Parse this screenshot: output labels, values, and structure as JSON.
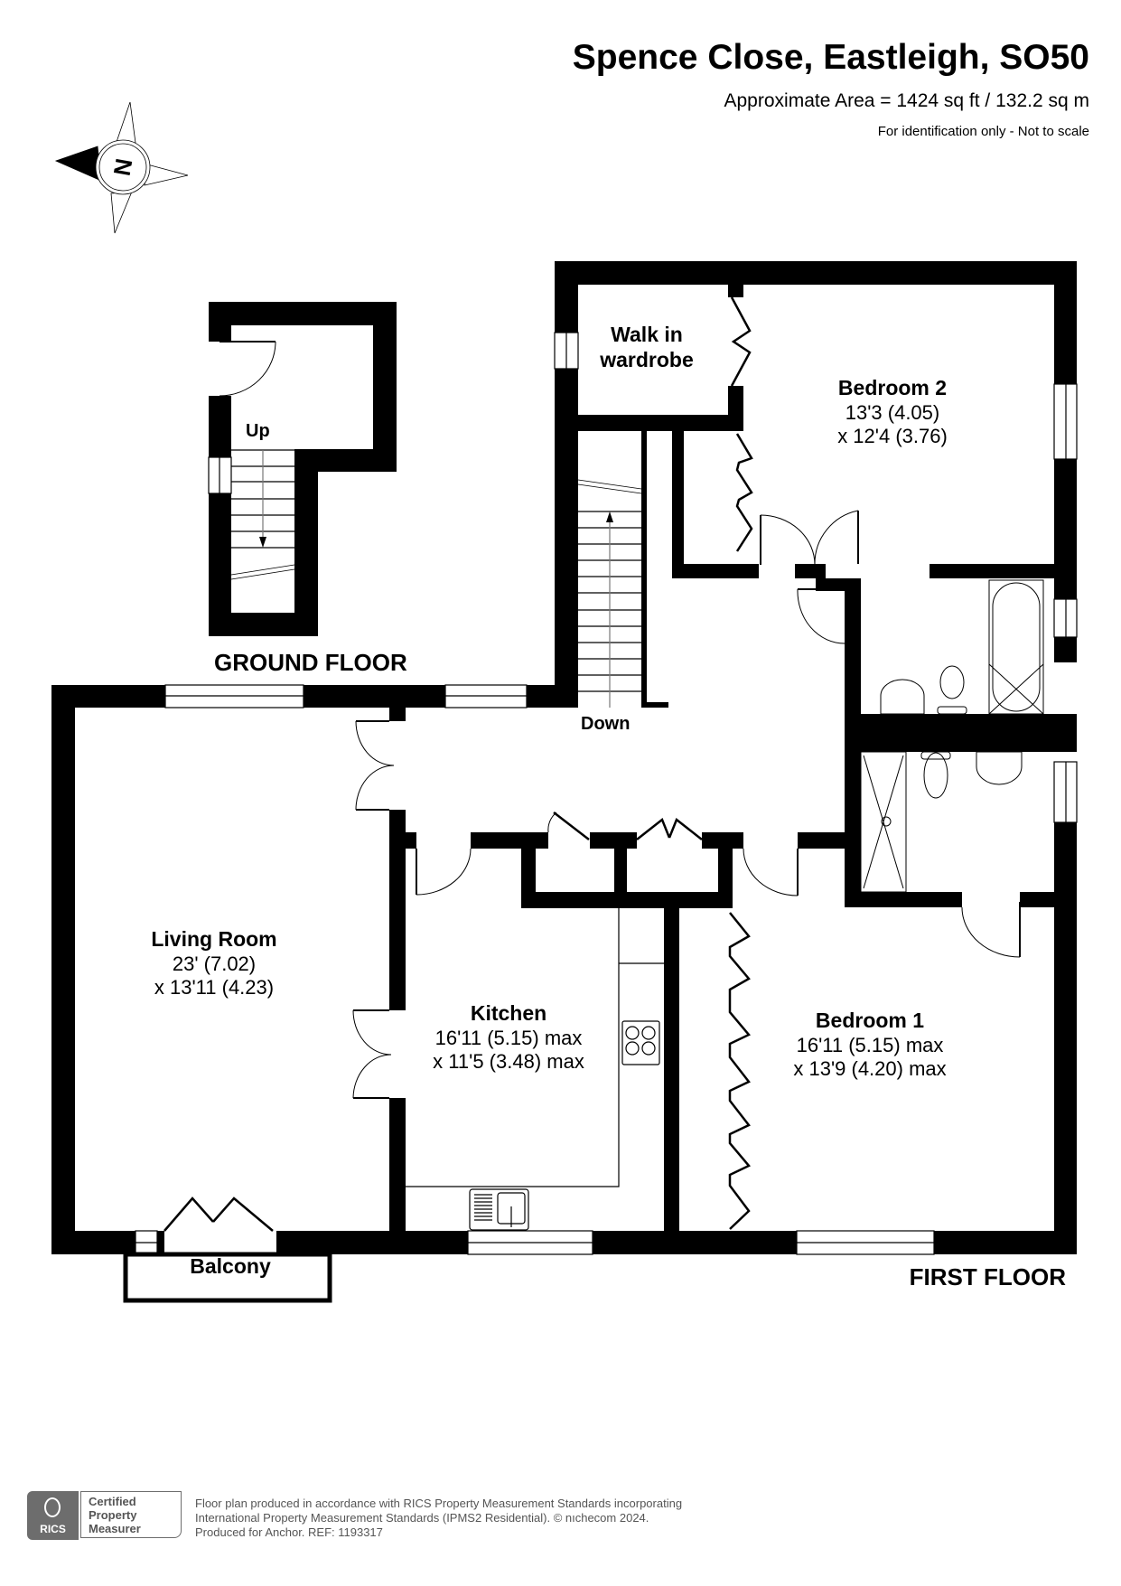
{
  "header": {
    "title": "Spence Close, Eastleigh, SO50",
    "area": "Approximate Area = 1424 sq ft / 132.2 sq m",
    "note": "For identification only - Not to scale"
  },
  "compass": {
    "label": "N"
  },
  "floors": {
    "ground": {
      "label": "GROUND FLOOR",
      "stairs_label": "Up"
    },
    "first": {
      "label": "FIRST FLOOR",
      "stairs_label": "Down",
      "rooms": {
        "walk_in_wardrobe": {
          "name_line1": "Walk in",
          "name_line2": "wardrobe"
        },
        "bedroom2": {
          "name": "Bedroom 2",
          "dim1": "13'3 (4.05)",
          "dim2": "x 12'4 (3.76)"
        },
        "living_room": {
          "name": "Living Room",
          "dim1": "23' (7.02)",
          "dim2": "x 13'11 (4.23)"
        },
        "kitchen": {
          "name": "Kitchen",
          "dim1": "16'11 (5.15) max",
          "dim2": "x 11'5 (3.48) max"
        },
        "bedroom1": {
          "name": "Bedroom 1",
          "dim1": "16'11 (5.15) max",
          "dim2": "x 13'9 (4.20) max"
        },
        "balcony": {
          "name": "Balcony"
        }
      }
    }
  },
  "footer": {
    "badge": {
      "org": "RICS",
      "line1": "Certified",
      "line2": "Property",
      "line3": "Measurer"
    },
    "line1": "Floor plan produced in accordance with RICS Property Measurement Standards incorporating",
    "line2": "International Property Measurement Standards (IPMS2 Residential).   © nıchecom 2024.",
    "line3": "Produced for Anchor.   REF: 1193317"
  },
  "colors": {
    "wall": "#000000",
    "background": "#ffffff",
    "footer_gray": "#6d6d6d"
  }
}
